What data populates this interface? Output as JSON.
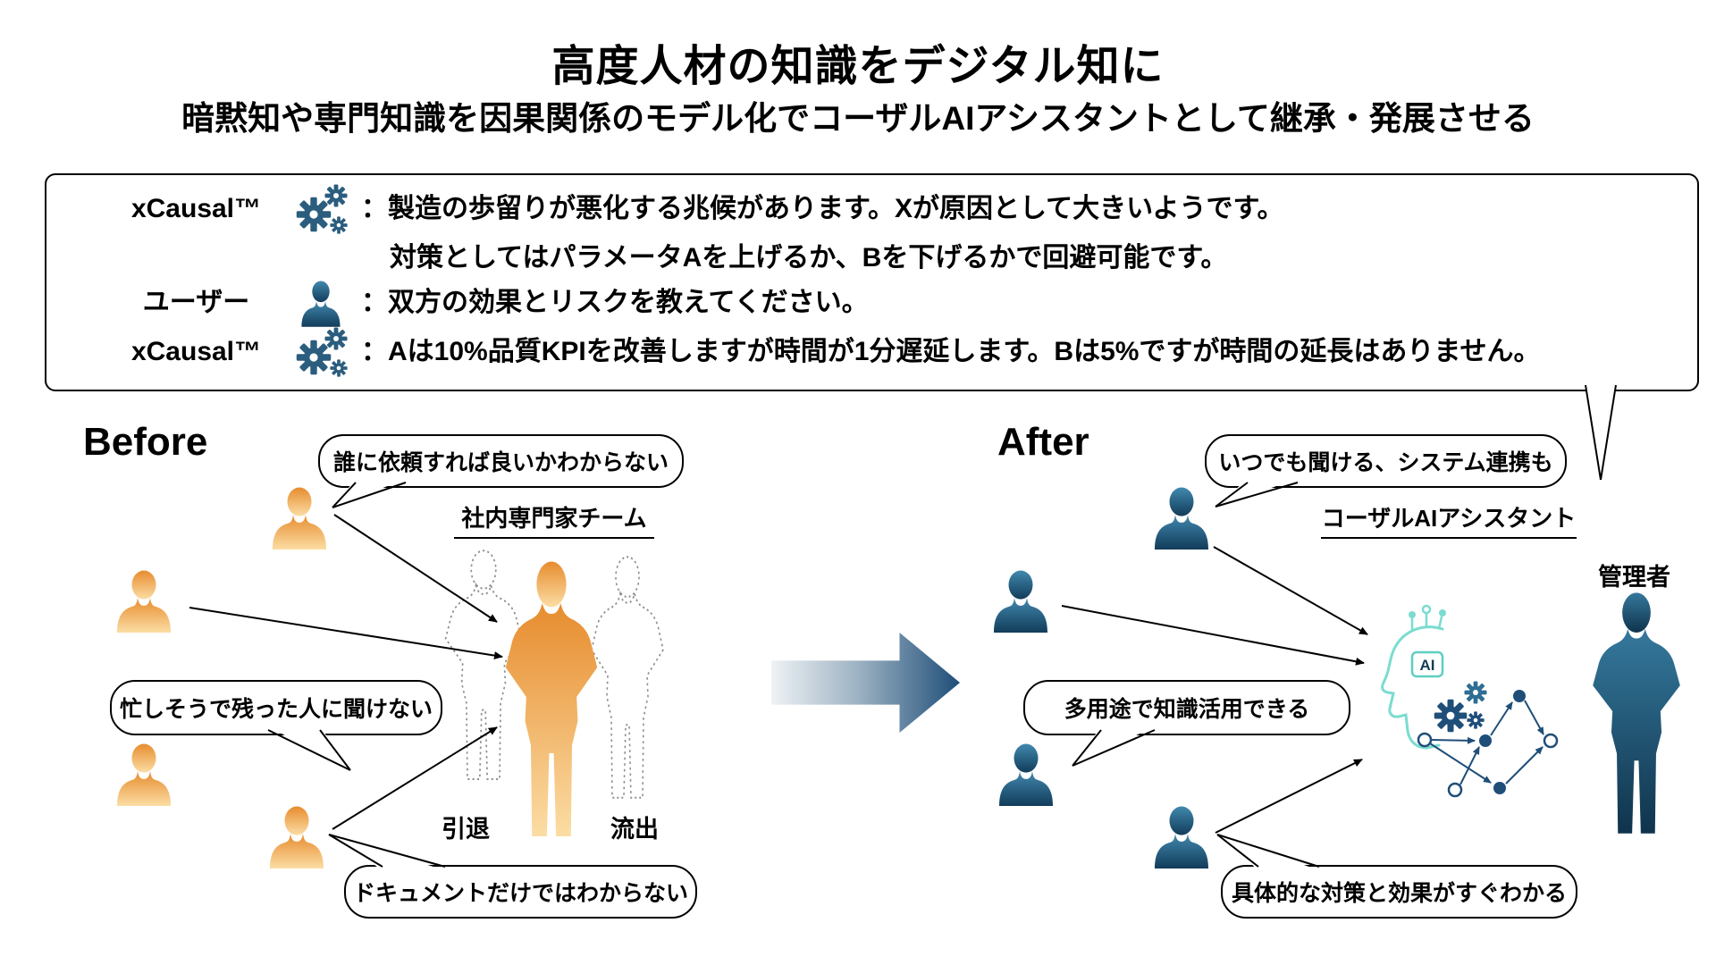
{
  "title": "高度人材の知識をデジタル知に",
  "subtitle": "暗黙知や専門知識を因果関係のモデル化でコーザルAIアシスタントとして継承・発展させる",
  "chat": {
    "rows": [
      {
        "speaker": "xCausal™",
        "icon": "gears-icon",
        "text": "：製造の歩留りが悪化する兆候があります。Xが原因として大きいようです。"
      },
      {
        "speaker": "",
        "icon": "",
        "text": "対策としてはパラメータAを上げるか、Bを下げるかで回避可能です。"
      },
      {
        "speaker": "ユーザー",
        "icon": "person-icon",
        "text": "：双方の効果とリスクを教えてください。"
      },
      {
        "speaker": "xCausal™",
        "icon": "gears-icon",
        "text": "：Aは10%品質KPIを改善しますが時間が1分遅延します。Bは5%ですが時間の延長はありません。"
      }
    ]
  },
  "before": {
    "label": "Before",
    "bubble_top": "誰に依頼すれば良いかわからない",
    "bubble_mid": "忙しそうで残った人に聞けない",
    "bubble_bottom": "ドキュメントだけではわからない",
    "team_label": "社内専門家チーム",
    "retired_label": "引退",
    "left_label": "流出"
  },
  "after": {
    "label": "After",
    "bubble_top": "いつでも聞ける、システム連携も",
    "bubble_mid": "多用途で知識活用できる",
    "bubble_bottom": "具体的な対策と効果がすぐわかる",
    "assistant_label": "コーザルAIアシスタント",
    "manager_label": "管理者",
    "ai_chip_label": "AI"
  },
  "colors": {
    "person_orange_top": "#e78c2e",
    "person_orange_bottom": "#fbdda4",
    "person_blue_top": "#4189ae",
    "person_blue_bottom": "#123c5a",
    "gear_blue": "#2b5d7e",
    "accent_teal": "#7adcd0",
    "network_blue": "#1f4e79"
  }
}
